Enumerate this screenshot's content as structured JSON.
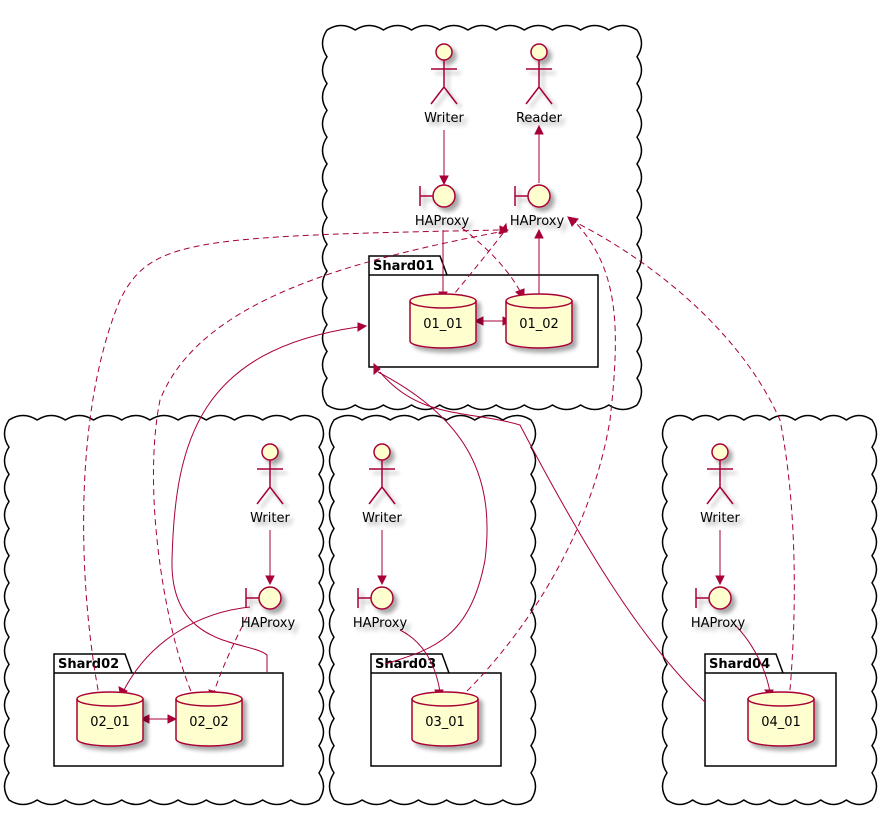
{
  "colors": {
    "stroke": "#A80036",
    "fill": "#FEFECE",
    "frame": "#000000",
    "background": "#FFFFFF"
  },
  "clouds": {
    "top": {
      "actors": {
        "writer": "Writer",
        "reader": "Reader"
      },
      "proxies": {
        "write": "HAProxy",
        "read": "HAProxy"
      },
      "package": {
        "title": "Shard01",
        "dbs": [
          "01_01",
          "01_02"
        ]
      }
    },
    "left": {
      "actors": {
        "writer": "Writer"
      },
      "proxies": {
        "write": "HAProxy"
      },
      "package": {
        "title": "Shard02",
        "dbs": [
          "02_01",
          "02_02"
        ]
      }
    },
    "middle": {
      "actors": {
        "writer": "Writer"
      },
      "proxies": {
        "write": "HAProxy"
      },
      "package": {
        "title": "Shard03",
        "dbs": [
          "03_01"
        ]
      }
    },
    "right": {
      "actors": {
        "writer": "Writer"
      },
      "proxies": {
        "write": "HAProxy"
      },
      "package": {
        "title": "Shard04",
        "dbs": [
          "04_01"
        ]
      }
    }
  }
}
